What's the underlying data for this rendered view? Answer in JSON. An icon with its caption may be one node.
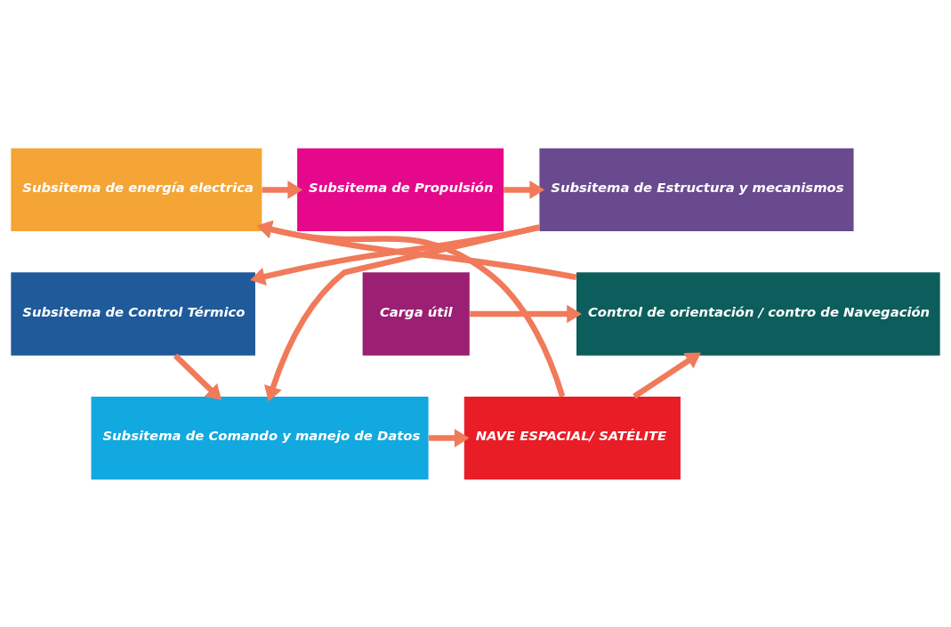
{
  "diagram": {
    "nodes": [
      {
        "text": [
          "Subsitema de Estructura y mecanismos"
        ]
      },
      {
        "text": [
          "Subsitema de Propulsión"
        ]
      },
      {
        "text": [
          "Subsitema de energía electrica"
        ]
      },
      {
        "text": [
          "Subsitema de Control Térmico"
        ]
      },
      {
        "text": [
          "Carga útil"
        ]
      },
      {
        "text": [
          "Control de orientación / contro de Navegación"
        ]
      },
      {
        "text": [
          "Subsitema de Comando y manejo de Datos"
        ]
      },
      {
        "text": [
          "NAVE ESPACIAL/ SATÉLITE"
        ]
      }
    ],
    "edges": [
      {
        "from": 2,
        "to": 1,
        "arrow": "to"
      },
      {
        "from": 1,
        "to": 0,
        "arrow": "to"
      },
      {
        "from": 0,
        "to": 3,
        "arrow": "to"
      },
      {
        "from": 0,
        "to": 6,
        "arrow": "to"
      },
      {
        "from": 3,
        "to": 6,
        "arrow": "to"
      },
      {
        "from": 6,
        "to": 7,
        "arrow": "to"
      },
      {
        "from": 7,
        "to": 5,
        "arrow": "to"
      },
      {
        "from": 4,
        "to": 5,
        "arrow": "to"
      },
      {
        "from": 5,
        "to": 2,
        "arrow": "to"
      },
      {
        "from": 7,
        "to": 2,
        "arrow": "to"
      }
    ]
  }
}
